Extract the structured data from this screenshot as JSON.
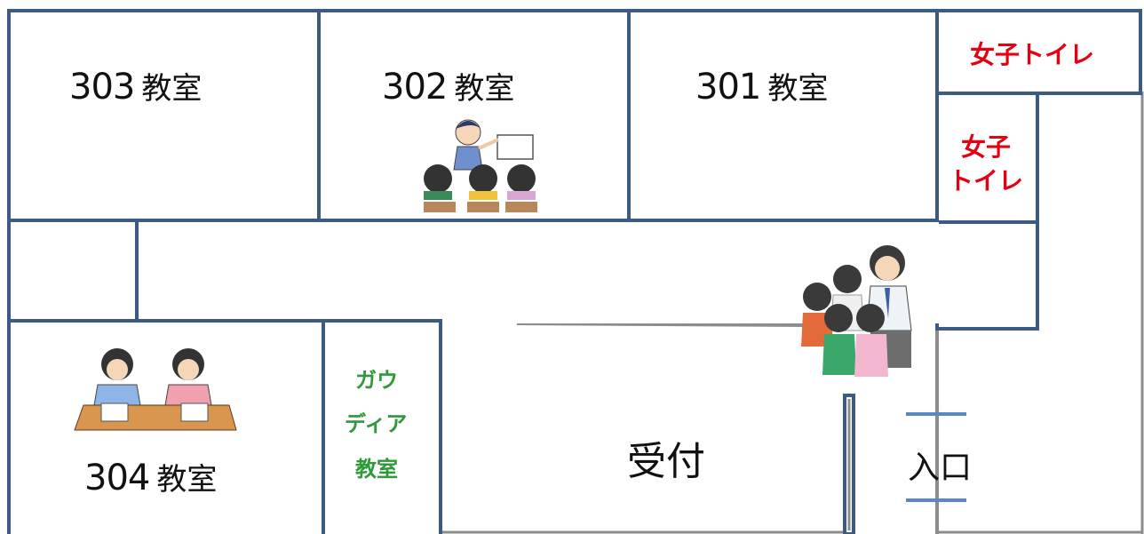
{
  "rooms": {
    "r303": {
      "number": "303",
      "word": "教室"
    },
    "r302": {
      "number": "302",
      "word": "教室"
    },
    "r301": {
      "number": "301",
      "word": "教室"
    },
    "r304": {
      "number": "304",
      "word": "教室"
    },
    "toilet_top": {
      "label": "女子トイレ"
    },
    "toilet_side": {
      "line1": "女子",
      "line2": "トイレ"
    },
    "gaudia": {
      "line1": "ガウ",
      "line2": "ディア",
      "line3": "教室"
    },
    "reception": {
      "label": "受付"
    },
    "entrance": {
      "label": "入口"
    }
  },
  "colors": {
    "wall": "#3c5a82",
    "partition": "#8c8c8c",
    "toilet_text": "#e60012",
    "gaudia_text": "#2e9a3a",
    "door_mark": "#5b87c4"
  },
  "illustrations": {
    "r302": "teacher-pointing-at-board-with-students-icon",
    "r304": "two-students-writing-at-desk-icon",
    "hall": "teacher-with-group-of-children-icon"
  }
}
